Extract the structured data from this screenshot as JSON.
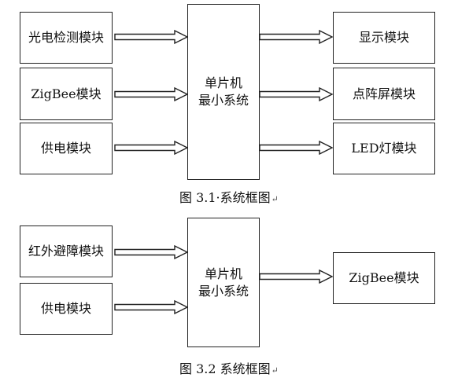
{
  "diagram1": {
    "left_blocks": [
      "光电检测模块",
      "ZigBee模块",
      "供电模块"
    ],
    "center_block": [
      "单片机",
      "最小系统"
    ],
    "right_blocks": [
      "显示模块",
      "点阵屏模块",
      "LED灯模块"
    ],
    "caption": "图 3.1·系统框图"
  },
  "diagram2": {
    "left_blocks": [
      "红外避障模块",
      "供电模块"
    ],
    "center_block": [
      "单片机",
      "最小系统"
    ],
    "right_blocks": [
      "ZigBee模块"
    ],
    "caption": "图 3.2 系统框图"
  },
  "colors": {
    "stroke": "#222222",
    "background": "#ffffff"
  }
}
